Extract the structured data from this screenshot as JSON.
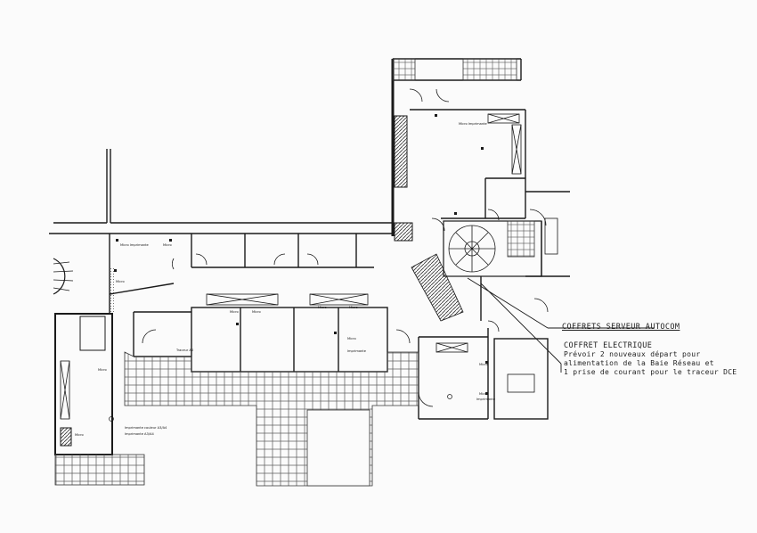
{
  "annotations": {
    "server": "COFFRETS SERVEUR AUTOCOM",
    "electric_title": "COFFRET ELECTRIQUE",
    "electric_line1": "Prévoir 2 nouveaux départ pour",
    "electric_line2": "alimentation de la Baie Réseau et",
    "electric_line3": "1 prise de courant pour le traceur DCE"
  },
  "room_labels": {
    "micro": "Micro",
    "micro_imprimante": "Micro Imprimante",
    "imprimante": "Imprimante",
    "traceur": "Traceur A0",
    "imprimante_couleur": "Imprimante couleur A3/A4",
    "imprimante_a3": "Imprimante A3/A4"
  },
  "colors": {
    "ink": "#1a1a1a",
    "hatch": "#555555",
    "paper": "#fbfbfb"
  }
}
